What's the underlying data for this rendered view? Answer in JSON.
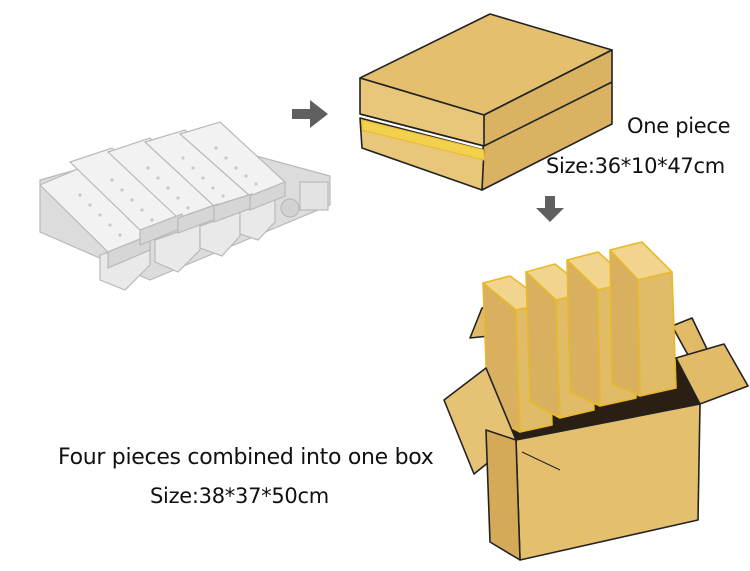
{
  "one_piece": {
    "title": "One piece",
    "size": "Size:36*10*47cm"
  },
  "combined": {
    "title": "Four pieces combined into one box",
    "size": "Size:38*37*50cm"
  },
  "colors": {
    "carton": "#e4bf6e",
    "carton_light": "#f1d58f",
    "carton_dark": "#c99f4f",
    "outline": "#222222",
    "arrow": "#5f5f5f",
    "highlight_edge": "#e8b92a"
  },
  "icons": [
    "light-fixture-image",
    "right-arrow-icon",
    "down-arrow-icon",
    "single-carton-image",
    "master-carton-image"
  ]
}
